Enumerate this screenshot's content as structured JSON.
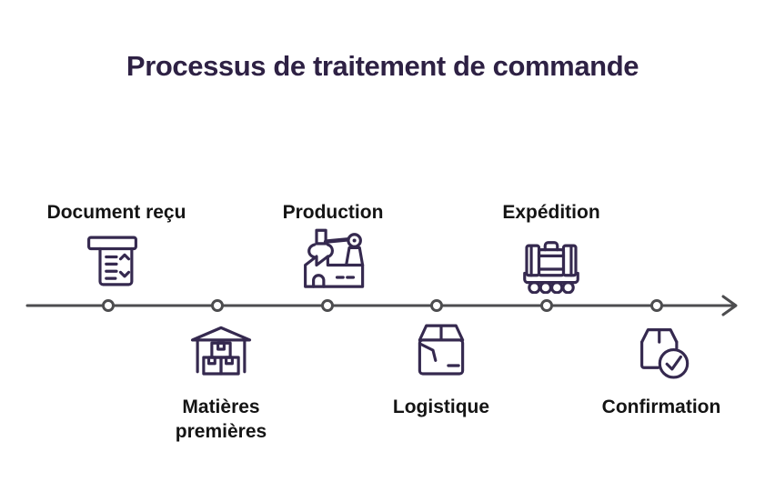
{
  "title": "Processus de traitement de commande",
  "steps": [
    {
      "label": "Document reçu",
      "icon": "receipt-document",
      "side": "above"
    },
    {
      "label": "Matières premières",
      "icon": "warehouse-boxes",
      "side": "below"
    },
    {
      "label": "Production",
      "icon": "factory-robot-arm",
      "side": "above"
    },
    {
      "label": "Logistique",
      "icon": "package-box",
      "side": "below"
    },
    {
      "label": "Expédition",
      "icon": "luggage-cart",
      "side": "above"
    },
    {
      "label": "Confirmation",
      "icon": "package-check",
      "side": "below"
    }
  ],
  "timeline": {
    "direction": "left-to-right",
    "node_count": 6,
    "arrowhead": "right"
  },
  "colors": {
    "background": "#ffffff",
    "title_text": "#2e2144",
    "step_label_text": "#141414",
    "icon_stroke": "#35294f",
    "timeline_line": "#4d4d4f",
    "timeline_node_fill": "#ffffff"
  }
}
